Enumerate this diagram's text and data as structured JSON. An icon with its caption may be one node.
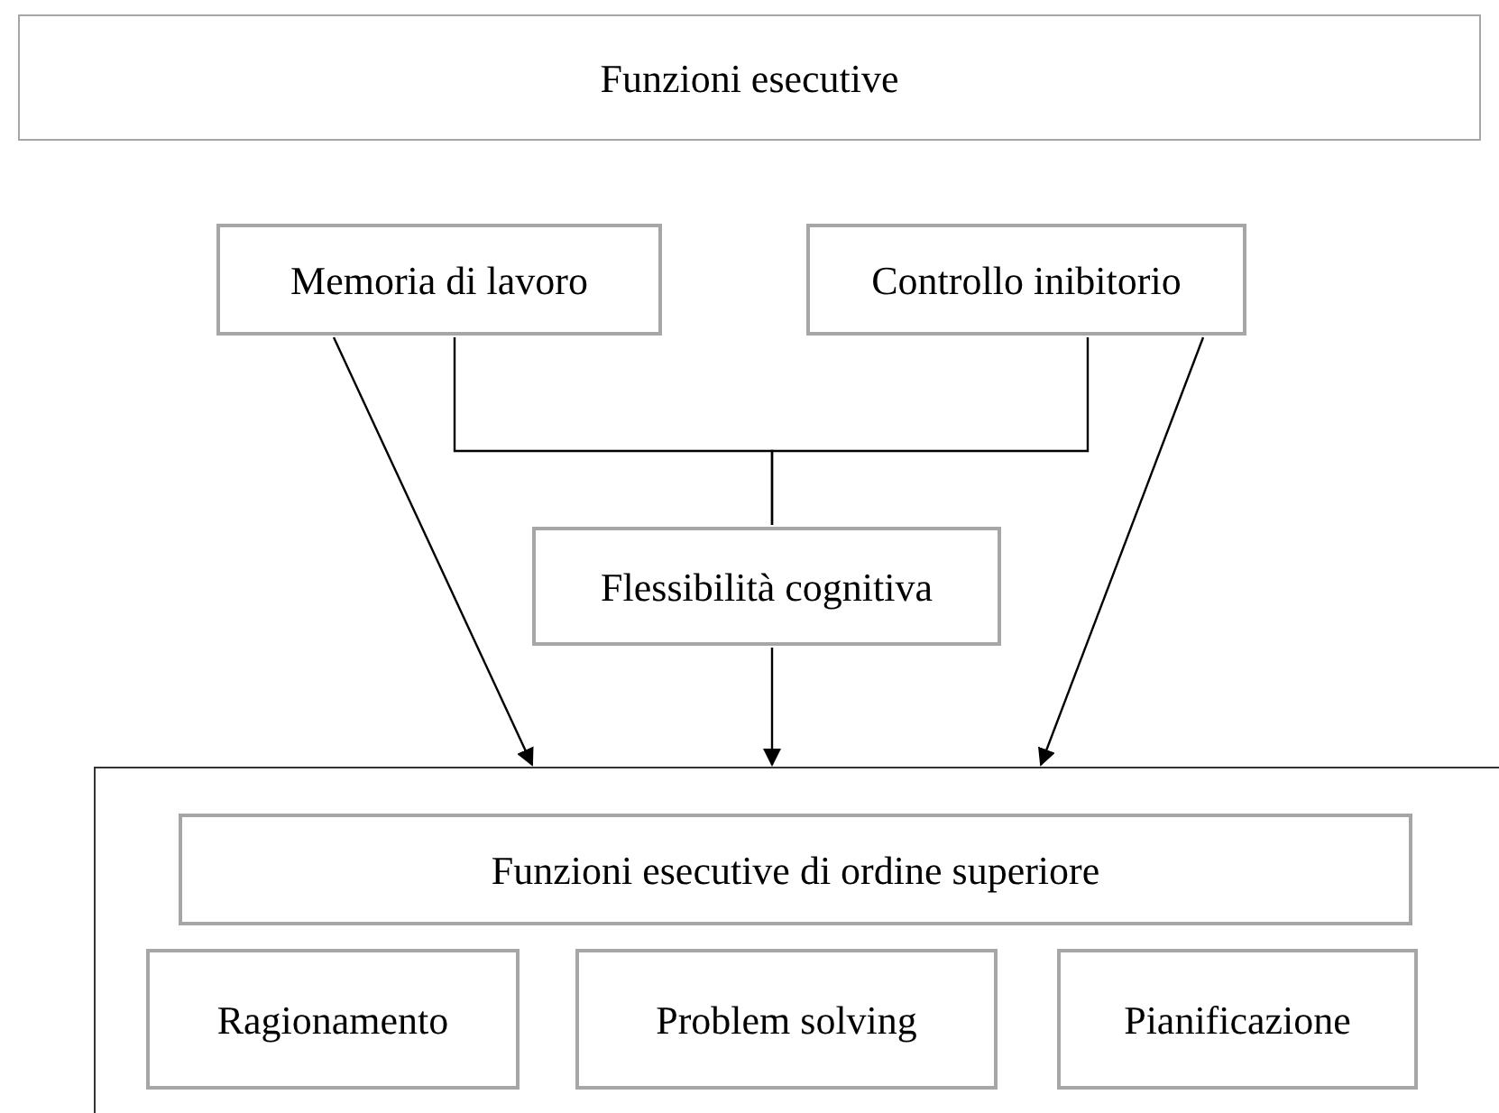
{
  "diagram": {
    "nodes": [
      {
        "text": [
          "Funzioni esecutive"
        ]
      },
      {
        "text": [
          "Memoria di lavoro"
        ]
      },
      {
        "text": [
          "Controllo inibitorio"
        ]
      },
      {
        "text": [
          "Flessibilità cognitiva"
        ]
      },
      {
        "text": [],
        "shape": "box"
      },
      {
        "text": [
          "Funzioni esecutive di ordine superiore"
        ],
        "in": 4
      },
      {
        "text": [
          "Ragionamento"
        ],
        "in": 4
      },
      {
        "text": [
          "Problem solving"
        ],
        "in": 4
      },
      {
        "text": [
          "Pianificazione"
        ],
        "in": 4
      }
    ],
    "edges": [
      {
        "from": 1,
        "to": 4,
        "arrow": "to"
      },
      {
        "from": 1,
        "to": 3,
        "arrow": "none"
      },
      {
        "from": 2,
        "to": 3,
        "arrow": "none"
      },
      {
        "from": 3,
        "to": 4,
        "arrow": "to"
      },
      {
        "from": 2,
        "to": 4,
        "arrow": "to"
      }
    ]
  }
}
